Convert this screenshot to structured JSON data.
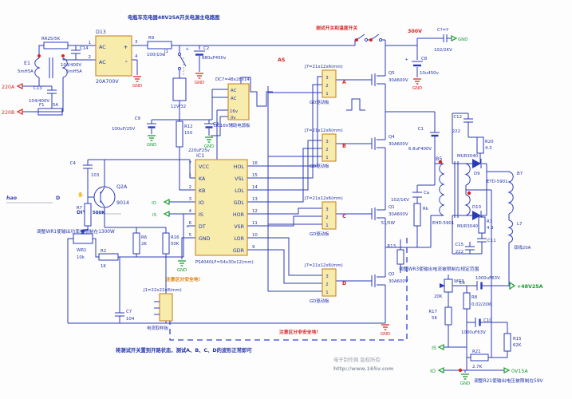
{
  "title": "电瓶车充电器48V25A开关电源主电路图",
  "logo": {
    "hao": "hao",
    "d": "D",
    "hand": "✋",
    "x": "✘",
    "diy": "DIY"
  },
  "notes": {
    "test_switch": "测试开关和温度开关",
    "power_limit": "调整WR1使输出功率被限制在1300W",
    "safe_gnd": "注意区分安全地！",
    "unsafe_gnd": "注意区分非安全地！",
    "current_limit": "调整WR3使输出电流被限制在规定范围",
    "voltage_limit": "调整R21使输出电压被限制在59V",
    "bottom": "将测试开关置到开路状态，测试A、B、C、D的波形正常即可"
  },
  "watermark": {
    "line1": "电子制作网 版权所有",
    "line2": "http://www.165v.com"
  },
  "rails": {
    "v300": "300V",
    "in_a": "220A",
    "in_b": "220B",
    "gnd": "GND",
    "out_pos": "+48V25A",
    "out_neg": "0V15A",
    "as": "AS",
    "io": "IO",
    "is": "IS"
  },
  "phases": {
    "a": "A",
    "b": "B",
    "c": "C",
    "d": "D"
  },
  "input": {
    "e1": "E1",
    "e1_l1": "5mH5A",
    "e1_l2": "5mH5A",
    "ntc": "RR25/5K",
    "c14": "C14",
    "c14_v": "104/400V",
    "c13": "C13",
    "c13_v": "104/400V",
    "f1": "F1",
    "f1_v": "5A",
    "d13": "D13",
    "d13_v": "20A700V",
    "ac": "AC",
    "plus": "+",
    "minus": "-",
    "n1": "1",
    "n2": "2",
    "n3": "3",
    "n4": "4"
  },
  "front": {
    "r9": "R9",
    "r9_v": "100/10w",
    "j1": "J1",
    "relay_v": "12V/32",
    "c9": "C9",
    "c9_v": "100uF/25V",
    "r12": "R12",
    "r12_v": "150",
    "c3": "C3",
    "c3_v": "220uF25v",
    "c2": "C2",
    "c2_v": "680uF450v",
    "c8": "C8",
    "c8_v": "10u450v",
    "cy": "C?=Y",
    "cy_v": "102/2KV"
  },
  "aux": {
    "label": "DC7=48x28x14",
    "ac": "AC",
    "p16": "16v",
    "p0": "0v",
    "caption": "DC16V辅助电源板"
  },
  "ic1": {
    "ref": "IC1",
    "footprint": "PS4040LF=54x30x12(mm)",
    "left": [
      {
        "n": "7",
        "name": "VCC"
      },
      {
        "n": "1",
        "name": "KA"
      },
      {
        "n": "2",
        "name": "KB"
      },
      {
        "n": "3",
        "name": "IO"
      },
      {
        "n": "4",
        "name": "IS"
      },
      {
        "n": "6",
        "name": "DT"
      },
      {
        "n": "5",
        "name": "GND"
      }
    ],
    "right": [
      {
        "n": "16",
        "name": "HOL"
      },
      {
        "n": "15",
        "name": "VSL"
      },
      {
        "n": "14",
        "name": "LOL"
      },
      {
        "n": "13",
        "name": "GDL"
      },
      {
        "n": "12",
        "name": "HOR"
      },
      {
        "n": "11",
        "name": "VSR"
      },
      {
        "n": "10",
        "name": "LOR"
      },
      {
        "n": "9",
        "name": "GDR"
      }
    ]
  },
  "amp": {
    "q": "Q2A",
    "q_v": "9014",
    "c4": "C4",
    "c4_v": "103",
    "r7": "R7",
    "r7_v": "500K",
    "wr1": "WR1",
    "wr1_v": "10k",
    "r2": "R2",
    "r2_v": "1K",
    "r6": "R6",
    "r6_v": "2K",
    "r16": "R16",
    "r16_v": "50K",
    "c7": "C7",
    "c7_v": "104"
  },
  "sampler": {
    "label": "J1=22x22x8(mm)",
    "caption": "电流取样板"
  },
  "drv": {
    "jlabel": "J7=21x12x6(mm)",
    "caption": "GD驱动板",
    "p3": "3",
    "p2": "2",
    "p1": "1",
    "mos_v": "30A600V",
    "q_a": "Q5",
    "q_b": "Q4",
    "q_c": "Q1",
    "q_d": "Q2"
  },
  "primary": {
    "c1": "C1",
    "c1_v": "6.8uF400V",
    "ca": "Ca",
    "ca_v": "102/1KV",
    "rk": "Rk",
    "rk_v": "51/5W",
    "b5": "B5",
    "tr": "EHD-5901",
    "r13": "R13"
  },
  "secondary": {
    "d9": "D9",
    "d10": "D10",
    "mur1": "MUR3040",
    "mur2": "MUR3040",
    "c12": "C12",
    "c12_v": "222",
    "r20": "R20",
    "r20_v": "4.3",
    "r3": "R3",
    "r3_v": "4.3",
    "c11": "C11",
    "b7": "B7",
    "b7_v": "ETD-5901",
    "l7": "L7",
    "l7_v": "双线20A",
    "c15": "C15",
    "c15_v": "222"
  },
  "output": {
    "wr3": "WR3",
    "wr3_v": "20K",
    "c6": "C6",
    "c6_v": "1000uF63V",
    "r8": "R8",
    "r8_v": "0.02/20W",
    "r17": "R17",
    "r17_v": "5K",
    "c10": "C10",
    "c10_v": "1000uF63V",
    "r15": "R15",
    "r15_v": "62K",
    "r21": "R21",
    "r21_v": "2.7K"
  }
}
